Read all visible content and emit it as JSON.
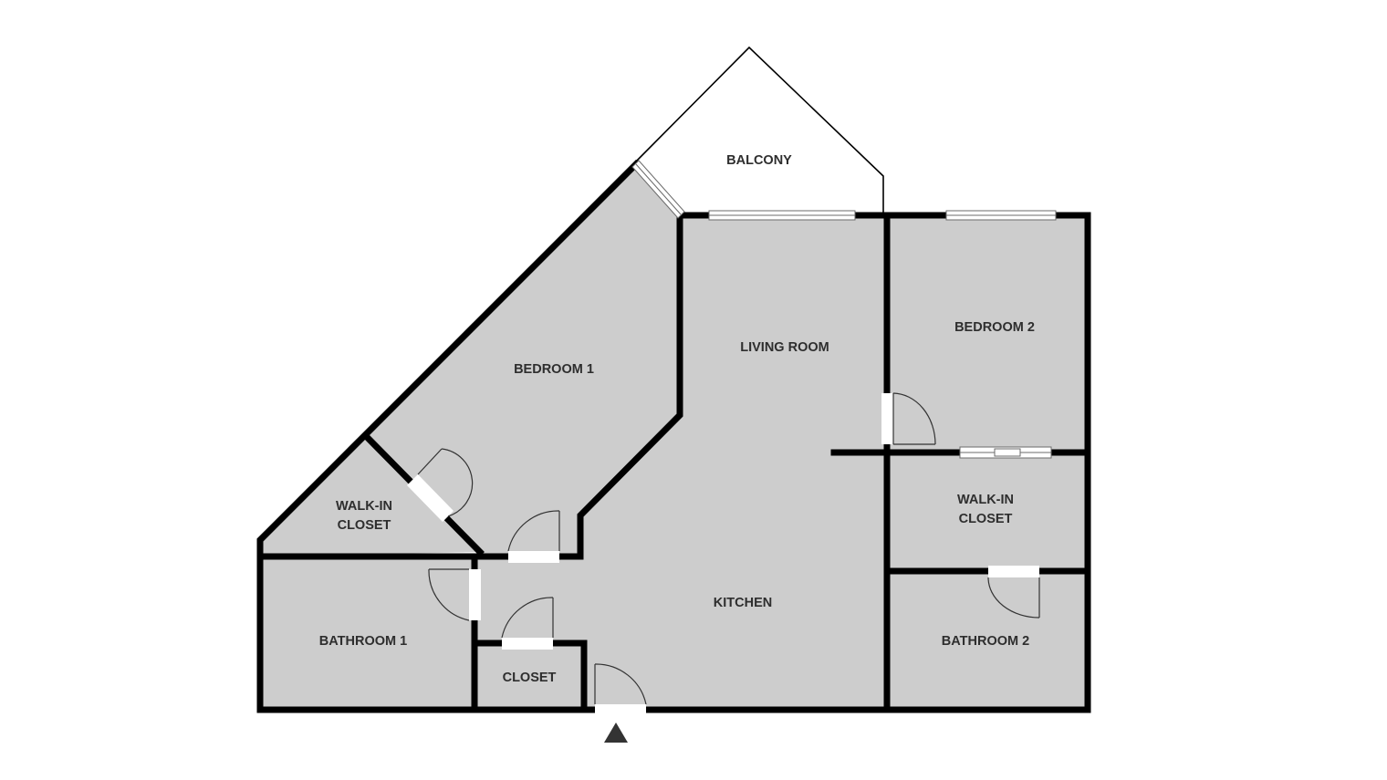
{
  "floor_plan": {
    "rooms": {
      "balcony": "BALCONY",
      "bedroom_1": "BEDROOM 1",
      "living_room": "LIVING ROOM",
      "bedroom_2": "BEDROOM 2",
      "walk_in_closet_1": [
        "WALK-IN",
        "CLOSET"
      ],
      "walk_in_closet_2": [
        "WALK-IN",
        "CLOSET"
      ],
      "kitchen": "KITCHEN",
      "bathroom_1": "BATHROOM 1",
      "closet": "CLOSET",
      "bathroom_2": "BATHROOM 2"
    },
    "colors": {
      "room_fill": "#cdcdcd",
      "wall": "#000000",
      "label": "#2e2e2e",
      "entrance_marker": "#333333"
    },
    "entrance_marker": "triangle-up-icon"
  }
}
